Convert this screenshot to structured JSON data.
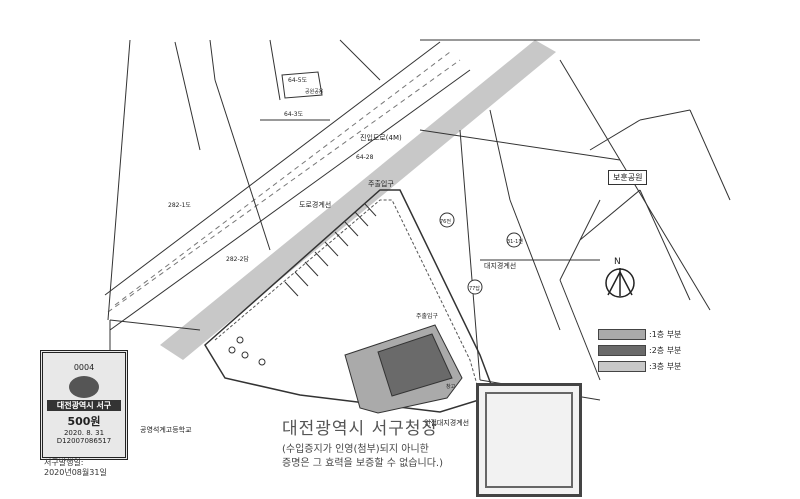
{
  "labels": {
    "lot_64_5": "64-5도",
    "park": "공원공용",
    "lot_64_3": "64-3도",
    "access_road": "진입도로(4M)",
    "lot_64_28": "64-28",
    "lot_282_1": "282-1도",
    "lot_282_2": "282-2답",
    "entrance_top": "주출입구",
    "road_boundary": "도로경계선",
    "site_boundary": "대지경계선",
    "lot_76": "76전",
    "lot_77": "77답",
    "lot_31_1": "31-1전",
    "entrance_inner": "주출입구",
    "land_school": "공영석계고등학교",
    "building_note": "창고",
    "bottom_note": "인접대지경계선",
    "bohun_park": "보훈공원"
  },
  "legend": [
    {
      "label": ":1층 부분",
      "color": "#aaaaaa"
    },
    {
      "label": ":2층 부분",
      "color": "#6a6a6a"
    },
    {
      "label": ":3층 부분",
      "color": "#c8c8c8"
    }
  ],
  "north_symbol": "N",
  "footer": {
    "office": "대전광역시 서구청장",
    "note_line1": "(수입증지가 인영(첨부)되지 아니한",
    "note_line2": "증명은 그 효력을 보증할 수 없습니다.)"
  },
  "stamp": {
    "code": "0004",
    "city": "대전광역시 서구",
    "fee": "500원",
    "date": "2020. 8. 31",
    "serial": "D12007086517"
  },
  "under_stamp": {
    "line1": "서구발행일:",
    "line2": "2020년08월31일"
  },
  "colors": {
    "road_band": "#c4c4c4",
    "floor1": "#aaaaaa",
    "floor2": "#6a6a6a",
    "line": "#333333"
  }
}
